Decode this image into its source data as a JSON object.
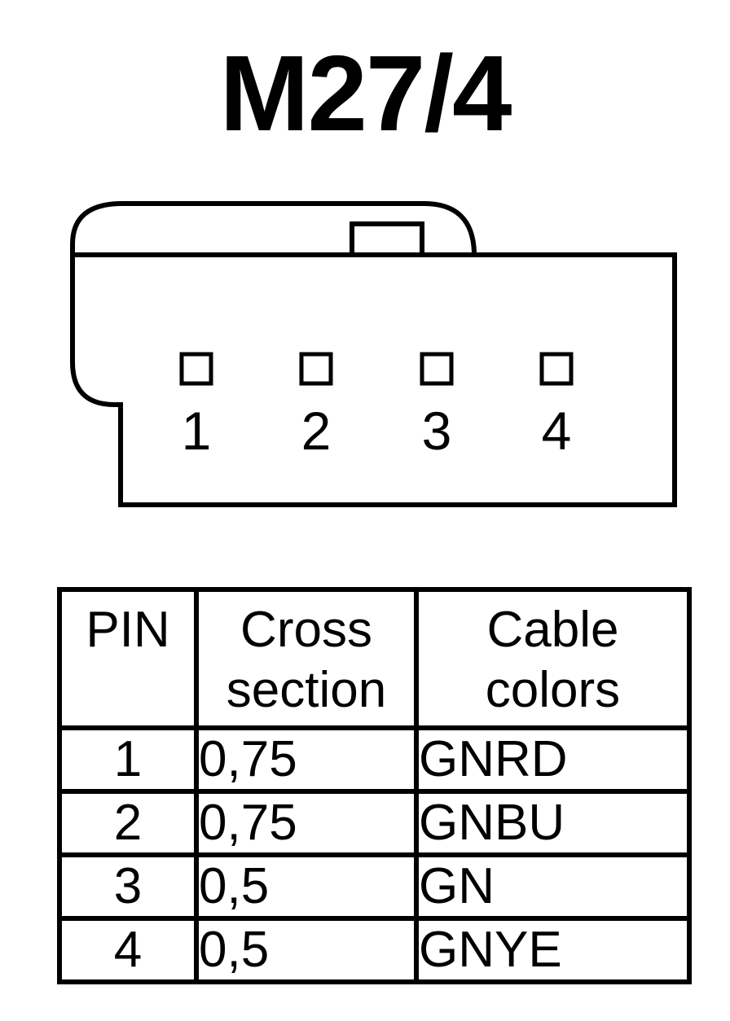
{
  "title": "M27/4",
  "connector": {
    "pins": [
      "1",
      "2",
      "3",
      "4"
    ]
  },
  "table": {
    "headers": {
      "pin": "PIN",
      "cross_section": [
        "Cross",
        "section"
      ],
      "cable_colors": [
        "Cable",
        "colors"
      ]
    },
    "rows": [
      {
        "pin": "1",
        "cross_section": "0,75",
        "color": "GNRD"
      },
      {
        "pin": "2",
        "cross_section": "0,75",
        "color": "GNBU"
      },
      {
        "pin": "3",
        "cross_section": "0,5",
        "color": "GN"
      },
      {
        "pin": "4",
        "cross_section": "0,5",
        "color": "GNYE"
      }
    ]
  }
}
